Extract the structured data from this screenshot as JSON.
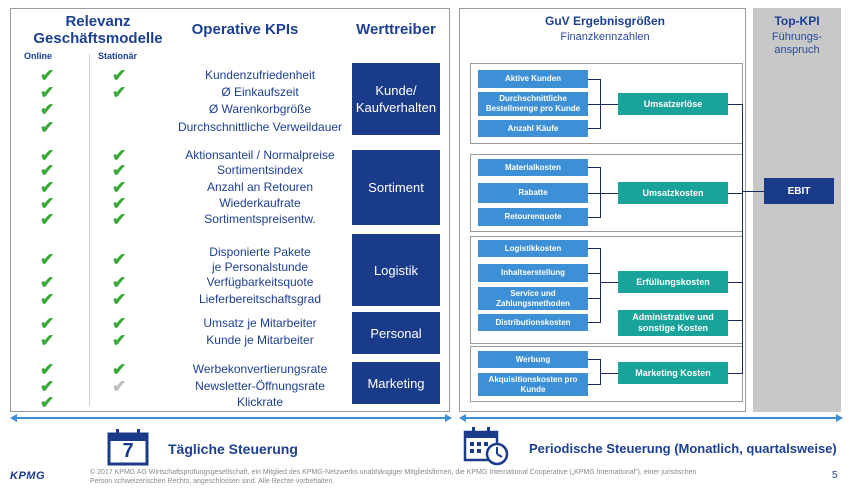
{
  "relevanz": {
    "title_line1": "Relevanz",
    "title_line2": "Geschäftsmodelle",
    "col_online": "Online",
    "col_stationaer": "Stationär"
  },
  "operative": {
    "title": "Operative KPIs"
  },
  "werttreiber": {
    "title": "Werttreiber",
    "boxes": [
      "Kunde/\nKaufverhalten",
      "Sortiment",
      "Logistik",
      "Personal",
      "Marketing"
    ]
  },
  "kpis": [
    {
      "label": "Kundenzufriedenheit",
      "online": "✔",
      "stationaer": "✔",
      "stationaer_state": "on"
    },
    {
      "label": "Ø Einkaufszeit",
      "online": "✔",
      "stationaer": "✔",
      "stationaer_state": "on"
    },
    {
      "label": "Ø Warenkorbgröße",
      "online": "✔",
      "stationaer": "",
      "stationaer_state": "none"
    },
    {
      "label": "Durchschnittliche Verweildauer",
      "online": "✔",
      "stationaer": "",
      "stationaer_state": "none"
    },
    {
      "label": "Aktionsanteil / Normalpreise",
      "online": "✔",
      "stationaer": "✔",
      "stationaer_state": "on"
    },
    {
      "label": "Sortimentsindex",
      "online": "✔",
      "stationaer": "✔",
      "stationaer_state": "on"
    },
    {
      "label": "Anzahl an Retouren",
      "online": "✔",
      "stationaer": "✔",
      "stationaer_state": "on"
    },
    {
      "label": "Wiederkaufrate",
      "online": "✔",
      "stationaer": "✔",
      "stationaer_state": "on"
    },
    {
      "label": "Sortimentspreisentw.",
      "online": "✔",
      "stationaer": "✔",
      "stationaer_state": "on"
    },
    {
      "label": "Disponierte Pakete\nje Personalstunde",
      "online": "✔",
      "stationaer": "✔",
      "stationaer_state": "on"
    },
    {
      "label": "Verfügbarkeitsquote",
      "online": "✔",
      "stationaer": "✔",
      "stationaer_state": "on"
    },
    {
      "label": "Lieferbereitschaftsgrad",
      "online": "✔",
      "stationaer": "✔",
      "stationaer_state": "on"
    },
    {
      "label": "Umsatz je Mitarbeiter",
      "online": "✔",
      "stationaer": "✔",
      "stationaer_state": "on"
    },
    {
      "label": "Kunde je Mitarbeiter",
      "online": "✔",
      "stationaer": "✔",
      "stationaer_state": "on"
    },
    {
      "label": "Werbekonvertierungsrate",
      "online": "✔",
      "stationaer": "✔",
      "stationaer_state": "on"
    },
    {
      "label": "Newsletter-Öffnungsrate",
      "online": "✔",
      "stationaer": "✔",
      "stationaer_state": "grey"
    },
    {
      "label": "Klickrate",
      "online": "✔",
      "stationaer": "",
      "stationaer_state": "none"
    }
  ],
  "guv": {
    "title": "GuV Ergebnisgrößen",
    "subtitle": "Finanzkennzahlen",
    "group1": [
      "Aktive Kunden",
      "Durchschnittliche\nBestellmenge pro Kunde",
      "Anzahl Käufe"
    ],
    "group2": [
      "Materialkosten",
      "Rabatte",
      "Retourenquote"
    ],
    "group3": [
      "Logistikkosten",
      "Inhaltserstellung",
      "Service und\nZahlungsmethoden",
      "Distributionskosten"
    ],
    "group4": [
      "Werbung",
      "Akquisitionskosten pro\nKunde"
    ],
    "results": [
      "Umsatzerlöse",
      "Umsatzkosten",
      "Erfüllungskosten",
      "Administrative und\nsonstige Kosten",
      "Marketing Kosten"
    ]
  },
  "topkpi": {
    "title": "Top-KPI",
    "subtitle": "Führungs-\nanspruch",
    "ebit": "EBIT"
  },
  "bottom": {
    "daily_icon_day": "7",
    "daily": "Tägliche Steuerung",
    "periodic": "Periodische Steuerung (Monatlich, quartalsweise)"
  },
  "footer": {
    "logo": "KPMG",
    "text": "© 2017 KPMG AG Wirtschaftsprüfungsgesellschaft, ein Mitglied des KPMG-Netzwerks unabhängiger Mitgliedsfirmen, die KPMG International Cooperative („KPMG International\"), einer juristischen\nPerson schweizerischen Rechts, angeschlossen sind. Alle Rechte vorbehalten.",
    "page": "5"
  },
  "colors": {
    "navy": "#1a3a8a",
    "blue_box": "#3d8fd6",
    "teal_box": "#1aa39a",
    "check_green": "#3aa83a",
    "check_grey": "#bdbdbd",
    "topkpi_bg": "#c8c8c8"
  }
}
